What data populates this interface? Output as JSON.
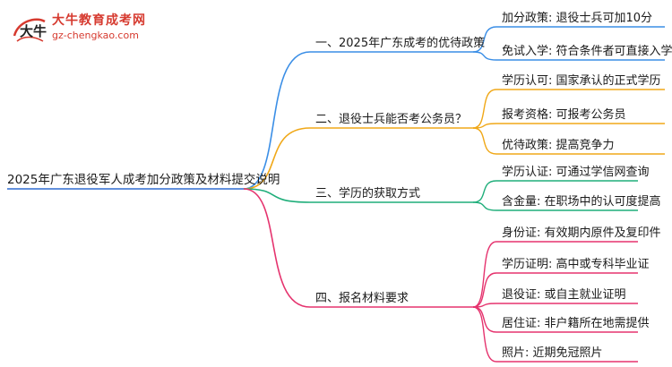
{
  "logo": {
    "title": "大牛教育成考网",
    "url": "gz-chengkao.com",
    "mark_text": "大牛"
  },
  "root": {
    "label": "2025年广东退役军人成考加分政策及材料提交说明"
  },
  "branches": [
    {
      "label": "一、2025年广东成考的优待政策",
      "color": "#3a8ee6",
      "children": [
        {
          "label": "加分政策: 退役士兵可加10分"
        },
        {
          "label": "免试入学: 符合条件者可直接入学"
        }
      ]
    },
    {
      "label": "二、退役士兵能否考公务员？",
      "color": "#f0a818",
      "children": [
        {
          "label": "学历认可: 国家承认的正式学历"
        },
        {
          "label": "报考资格: 可报考公务员"
        },
        {
          "label": "优待政策: 提高竞争力"
        }
      ]
    },
    {
      "label": "三、学历的获取方式",
      "color": "#1fae7a",
      "children": [
        {
          "label": "学历认证: 可通过学信网查询"
        },
        {
          "label": "含金量: 在职场中的认可度提高"
        }
      ]
    },
    {
      "label": "四、报名材料要求",
      "color": "#e5336e",
      "children": [
        {
          "label": "身份证: 有效期内原件及复印件"
        },
        {
          "label": "学历证明: 高中或专科毕业证"
        },
        {
          "label": "退役证: 或自主就业证明"
        },
        {
          "label": "居住证: 非户籍所在地需提供"
        },
        {
          "label": "照片: 近期免冠照片"
        }
      ]
    }
  ]
}
